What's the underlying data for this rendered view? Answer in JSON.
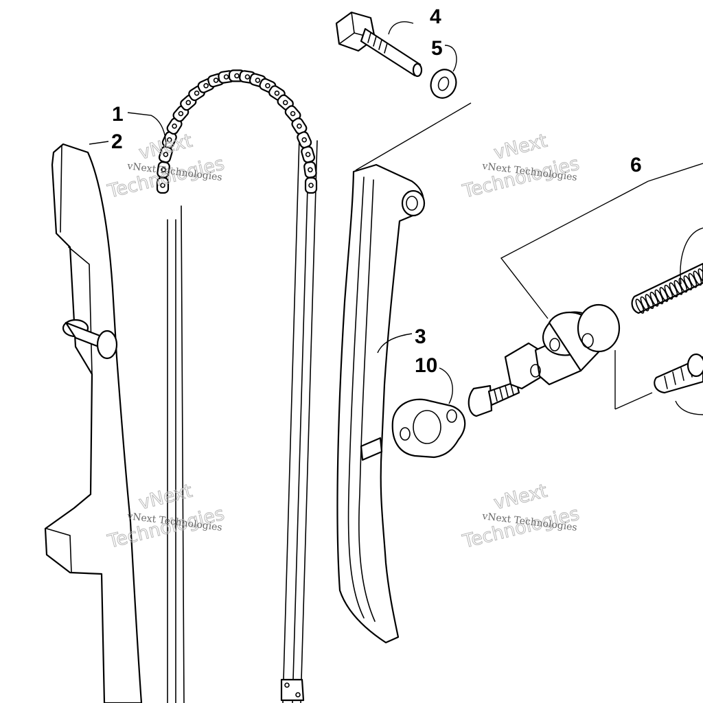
{
  "callouts": [
    {
      "id": "1",
      "label": "1"
    },
    {
      "id": "2",
      "label": "2"
    },
    {
      "id": "3",
      "label": "3"
    },
    {
      "id": "4",
      "label": "4"
    },
    {
      "id": "5",
      "label": "5"
    },
    {
      "id": "6",
      "label": "6"
    },
    {
      "id": "10",
      "label": "10"
    }
  ],
  "watermark": {
    "big_line1": "vNext",
    "big_line2": "Technologies",
    "small": "vNext Technologies"
  },
  "colors": {
    "ink": "#000000",
    "paper": "#ffffff",
    "watermark": "#b8b8b8"
  }
}
